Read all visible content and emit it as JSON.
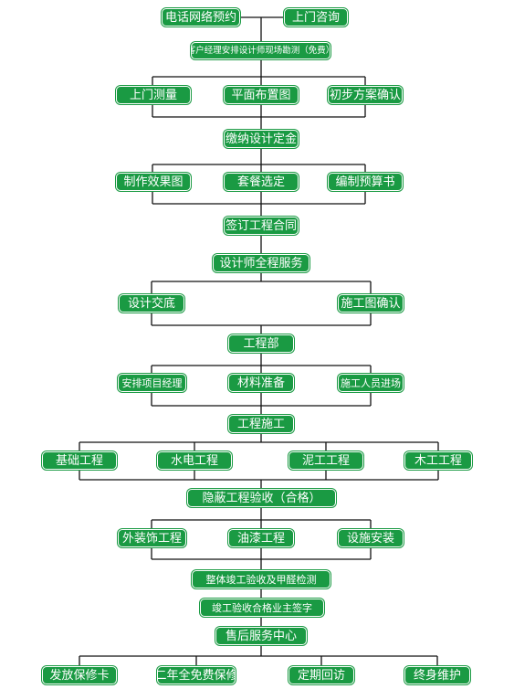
{
  "colors": {
    "node_fill": "#1a9a43",
    "node_text": "#ffffff",
    "line": "#111111",
    "background": "#ffffff"
  },
  "nodes": {
    "phone_booking": "电话网络预约",
    "onsite_consult": "上门咨询",
    "manager_arrange": "客户经理安排设计师现场勘测（免费）",
    "onsite_measure": "上门测量",
    "floor_plan": "平面布置图",
    "prelim_confirm": "初步方案确认",
    "design_deposit": "缴纳设计定金",
    "render_drawing": "制作效果图",
    "package_select": "套餐选定",
    "budget_book": "编制预算书",
    "sign_contract": "签订工程合同",
    "designer_service": "设计师全程服务",
    "design_handover": "设计交底",
    "construction_drawing": "施工图确认",
    "engineering_dept": "工程部",
    "assign_manager": "安排项目经理",
    "material_prep": "材料准备",
    "crew_entry": "施工人员进场",
    "construction": "工程施工",
    "foundation": "基础工程",
    "plumbing_electric": "水电工程",
    "masonry": "泥工工程",
    "carpentry": "木工工程",
    "concealed_accept": "隐蔽工程验收（合格）",
    "exterior_decor": "外装饰工程",
    "painting": "油漆工程",
    "fixture_install": "设施安装",
    "final_inspection": "整体竣工验收及甲醛检测",
    "owner_signoff": "竣工验收合格业主签字",
    "after_sales": "售后服务中心",
    "warranty_card": "发放保修卡",
    "two_year_warranty": "二年全免费保修",
    "regular_visit": "定期回访",
    "lifetime_care": "终身维护"
  }
}
